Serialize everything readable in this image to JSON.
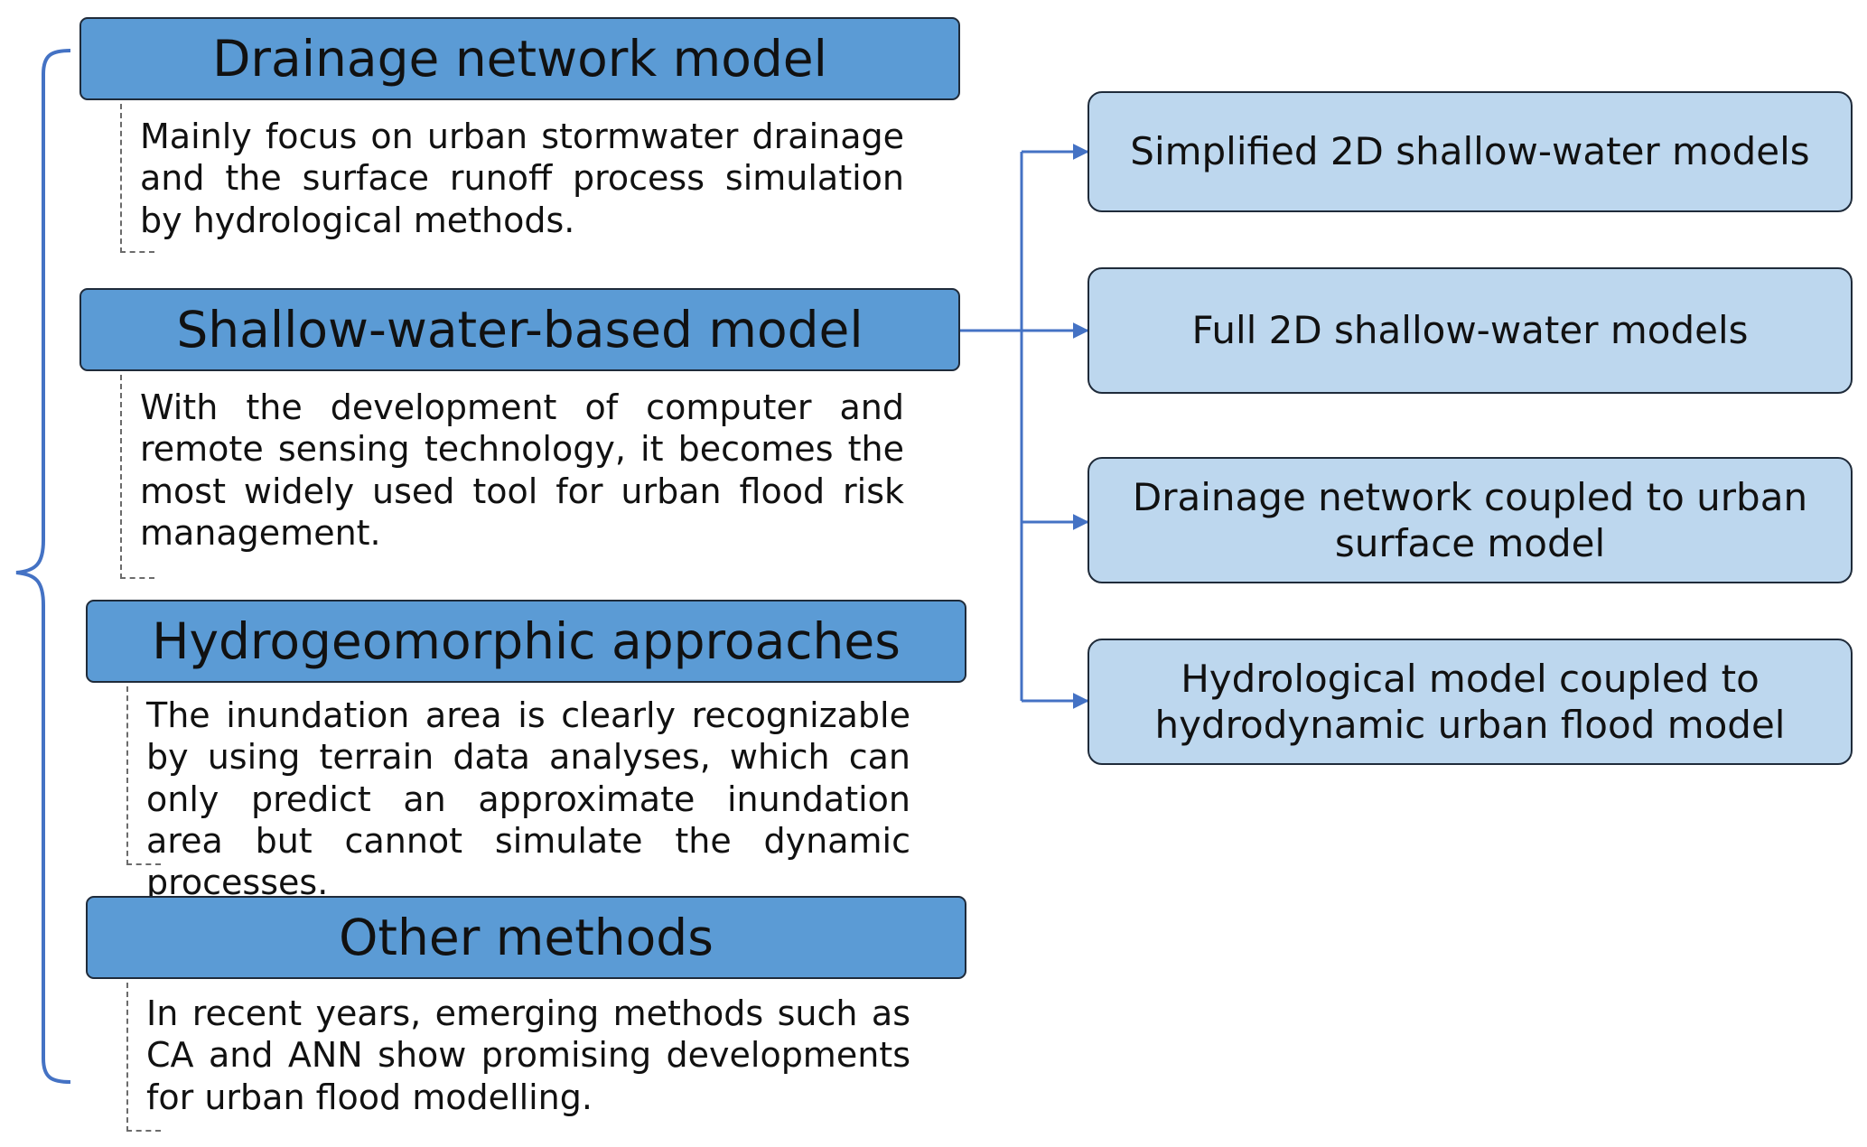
{
  "categories": [
    {
      "title": "Drainage network model",
      "description": "Mainly focus on urban stormwater drainage and the surface runoff process simulation by hydrological methods."
    },
    {
      "title": "Shallow-water-based model",
      "description": "With the development of computer and remote sensing technology, it becomes the most widely used tool for urban flood risk management."
    },
    {
      "title": "Hydrogeomorphic approaches",
      "description": "The inundation area is clearly recognizable by using terrain data analyses, which can only predict an approximate inundation area but cannot simulate the dynamic processes."
    },
    {
      "title": "Other methods",
      "description": "In recent years, emerging methods such as CA and ANN show promising developments for urban flood modelling."
    }
  ],
  "subtypes": [
    {
      "label": "Simplified 2D shallow-water models"
    },
    {
      "label": "Full 2D shallow-water models"
    },
    {
      "label": "Drainage network coupled to urban surface model"
    },
    {
      "label": "Hydrological model coupled to hydrodynamic urban flood model"
    }
  ],
  "colors": {
    "header_fill": "#5b9bd5",
    "subtype_fill": "#bdd7ee",
    "connector": "#4472c4",
    "brace": "#4472c4"
  }
}
